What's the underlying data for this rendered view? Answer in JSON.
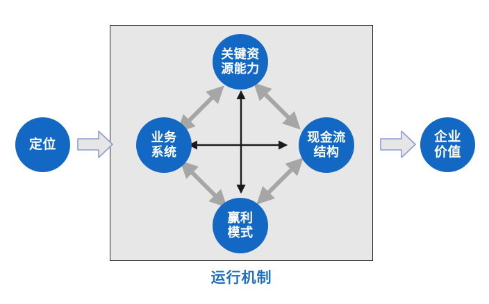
{
  "diagram": {
    "title": "",
    "colors": {
      "circle_fill": "#1268C3",
      "circle_text": "#FFFFFF",
      "panel_fill": "#E7E7E7",
      "panel_border": "#2B2B2B",
      "block_arrow_fill": "#E6E6E6",
      "block_arrow_border": "#8C9BD4",
      "diagonal_arrow": "#A6A6A6",
      "cross_arrow": "#1A1A1A",
      "caption_text": "#1F6FC4"
    },
    "input_node": {
      "name": "positioning",
      "lines": [
        "定位"
      ]
    },
    "output_node": {
      "name": "enterprise-value",
      "lines": [
        "企业",
        "价值"
      ]
    },
    "panel": {
      "caption": "运行机制",
      "nodes": [
        {
          "position": "top",
          "name": "key-resource-capability",
          "lines": [
            "关键资",
            "源能力"
          ]
        },
        {
          "position": "left",
          "name": "business-system",
          "lines": [
            "业务",
            "系统"
          ]
        },
        {
          "position": "right",
          "name": "cashflow-structure",
          "lines": [
            "现金流",
            "结构"
          ]
        },
        {
          "position": "bottom",
          "name": "profit-model",
          "lines": [
            "赢利",
            "模式"
          ]
        }
      ],
      "connectors": [
        {
          "name": "business-system-to-key-resource",
          "style": "double-headed",
          "color": "gray"
        },
        {
          "name": "key-resource-to-cashflow",
          "style": "double-headed",
          "color": "gray"
        },
        {
          "name": "cashflow-to-profit-model",
          "style": "double-headed",
          "color": "gray"
        },
        {
          "name": "profit-model-to-business-system",
          "style": "double-headed",
          "color": "gray"
        },
        {
          "name": "horizontal-cross-axis",
          "style": "double-headed",
          "color": "black"
        },
        {
          "name": "vertical-cross-axis",
          "style": "double-headed",
          "color": "black"
        }
      ]
    },
    "flow_arrows": [
      {
        "name": "positioning-to-mechanism",
        "direction": "right"
      },
      {
        "name": "mechanism-to-enterprise-value",
        "direction": "right"
      }
    ]
  }
}
